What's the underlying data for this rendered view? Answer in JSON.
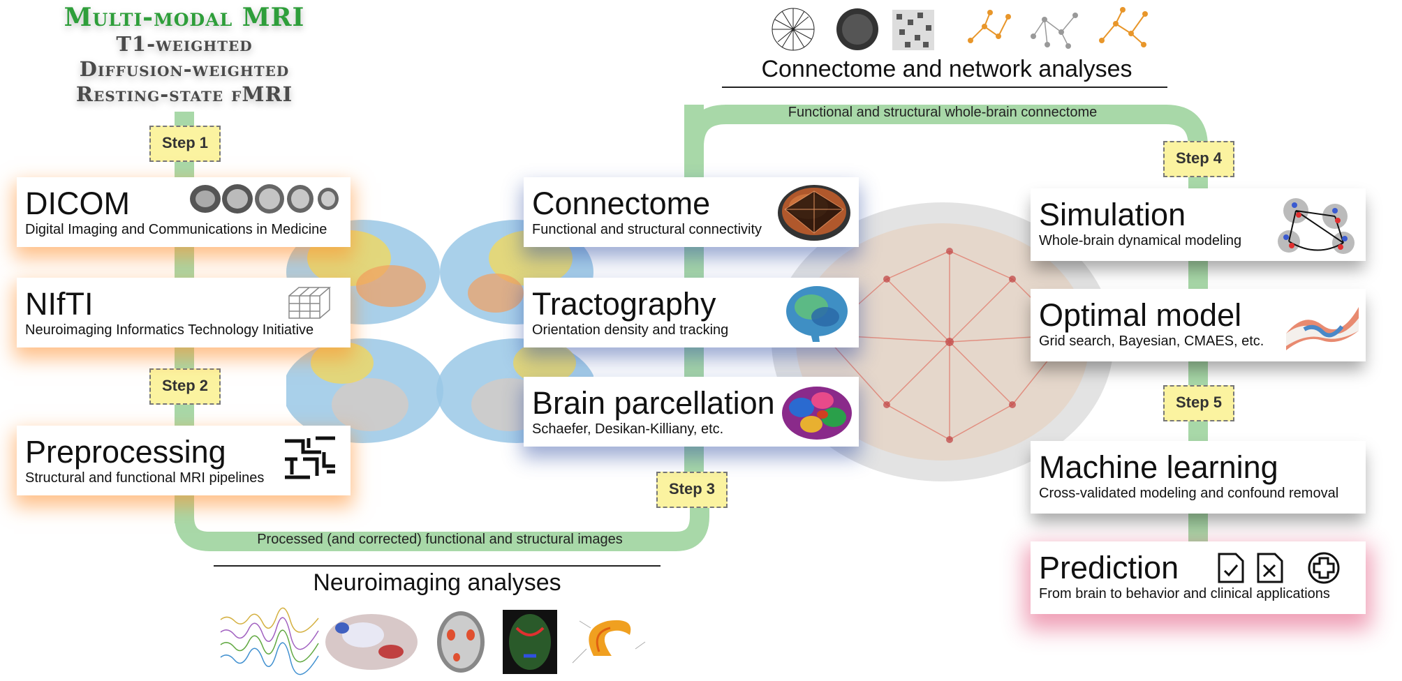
{
  "header": {
    "title": "Multi-modal MRI",
    "modalities": [
      "T1-weighted",
      "Diffusion-weighted",
      "Resting-state fMRI"
    ]
  },
  "steps": [
    "Step 1",
    "Step 2",
    "Step 3",
    "Step 4",
    "Step 5"
  ],
  "cards": {
    "dicom": {
      "title": "DICOM",
      "subtitle": "Digital Imaging and Communications in Medicine"
    },
    "nifti": {
      "title": "NIfTI",
      "subtitle": "Neuroimaging Informatics Technology Initiative"
    },
    "preprocessing": {
      "title": "Preprocessing",
      "subtitle": "Structural and functional MRI pipelines"
    },
    "connectome": {
      "title": "Connectome",
      "subtitle": "Functional and structural connectivity"
    },
    "tractography": {
      "title": "Tractography",
      "subtitle": "Orientation density and tracking"
    },
    "parcellation": {
      "title": "Brain parcellation",
      "subtitle": "Schaefer, Desikan-Killiany, etc."
    },
    "simulation": {
      "title": "Simulation",
      "subtitle": "Whole-brain dynamical modeling"
    },
    "optimal": {
      "title": "Optimal model",
      "subtitle": "Grid search, Bayesian, CMAES, etc."
    },
    "ml": {
      "title": "Machine learning",
      "subtitle": "Cross-validated modeling and confound removal"
    },
    "prediction": {
      "title": "Prediction",
      "subtitle": "From brain to behavior and clinical applications"
    }
  },
  "flows": {
    "bottom": "Processed (and corrected) functional and structural images",
    "top": "Functional and structural whole-brain connectome"
  },
  "sections": {
    "neuroimaging": "Neuroimaging analyses",
    "connectome": "Connectome and network analyses"
  },
  "colors": {
    "flow_green": "#a8d8a8",
    "header_green": "#2e9e3a",
    "step_yellow": "#fbf3a0",
    "orange_glow": "#ff8c28",
    "blue_glow": "#2846a0",
    "red_glow": "#dc285a"
  },
  "icons": [
    "brain-slices-icon",
    "voxel-grid-icon",
    "pipeline-icon",
    "brain-mesh-icon",
    "tract-brain-icon",
    "parcellated-brain-icon",
    "node-network-icon",
    "surface-icon",
    "document-check-icon",
    "document-cross-icon",
    "medical-cross-icon",
    "network-graph-icon",
    "brain-network-icon",
    "timeseries-icon",
    "cortex-map-icon",
    "brain-axial-icon",
    "dti-icon",
    "fiber-bundle-icon"
  ]
}
